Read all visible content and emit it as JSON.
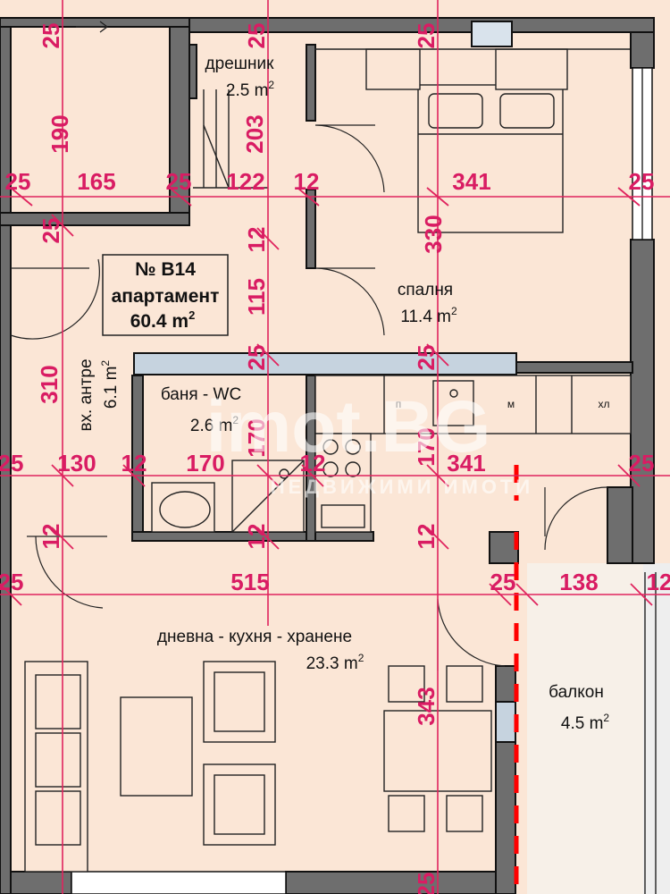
{
  "unit_info": {
    "number": "№ В14",
    "type": "апартамент",
    "area_value": "60.4 m",
    "area_sup": "2"
  },
  "rooms": {
    "closet": {
      "name": "дрешник",
      "area": "2.5 m",
      "sup": "2"
    },
    "bedroom": {
      "name": "спалня",
      "area": "11.4 m",
      "sup": "2"
    },
    "entry": {
      "name": "вх. антре",
      "area": "6.1 m",
      "sup": "2"
    },
    "bathroom": {
      "name": "баня - WC",
      "area": "2.6 m",
      "sup": "2"
    },
    "living": {
      "name": "дневна - кухня - хранене",
      "area": "23.3 m",
      "sup": "2"
    },
    "balcony": {
      "name": "балкон",
      "area": "4.5 m",
      "sup": "2"
    }
  },
  "kitchen_labels": {
    "p": "п",
    "m": "м",
    "hl": "хл"
  },
  "dimensions": {
    "d_190": "190",
    "d_165": "165",
    "d_122": "122",
    "d_203": "203",
    "d_341_top": "341",
    "d_330": "330",
    "d_115": "115",
    "d_310": "310",
    "d_130": "130",
    "d_170_h": "170",
    "d_170_v1": "170",
    "d_170_v2": "170",
    "d_341_mid": "341",
    "d_515": "515",
    "d_138": "138",
    "d_343": "343",
    "d_12": "12",
    "d_25": "25"
  },
  "watermark": {
    "brand": "imot.BG",
    "tagline": "НЕДВИЖИМИ ИМОТИ"
  },
  "colors": {
    "dimension": "#d91c63",
    "wall": "#6e6e6e",
    "floor": "#fbe6d6",
    "accent_red": "#ff0000"
  }
}
